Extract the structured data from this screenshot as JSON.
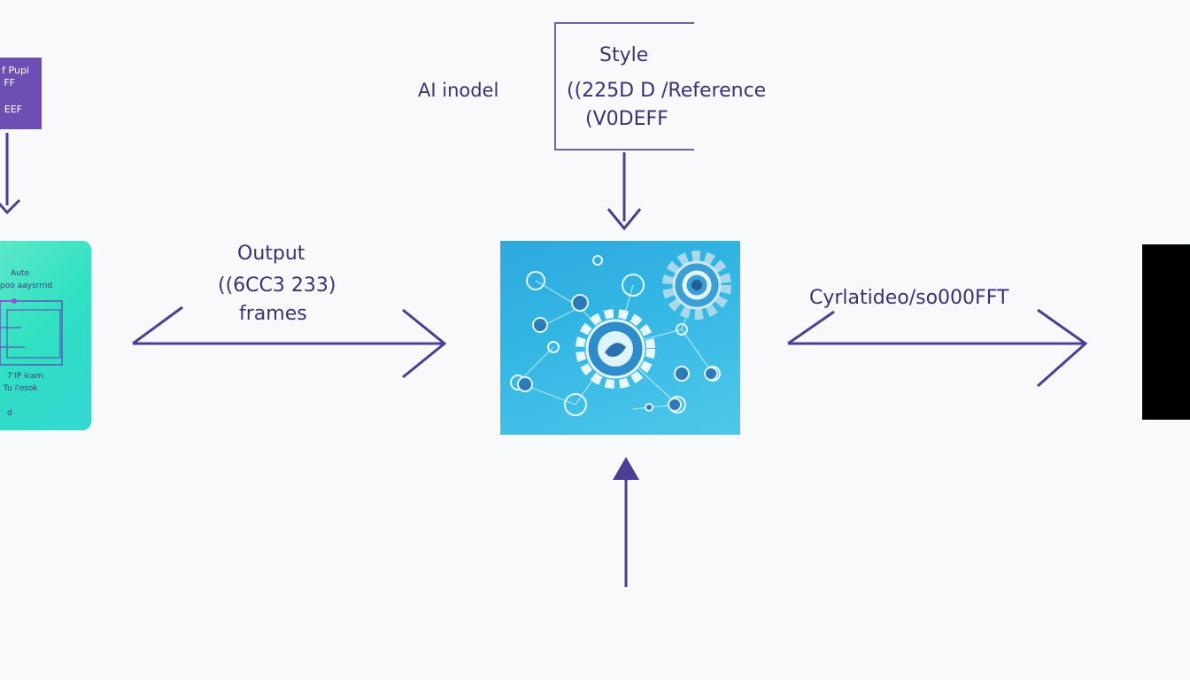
{
  "left_box": {
    "lines": [
      "f Pupi",
      "FF",
      "EEF"
    ]
  },
  "left_card": {
    "lines": [
      "Auto",
      "poo aaysrrnd",
      "",
      "",
      "",
      "7'IP icam",
      "Tu i'osok",
      "d"
    ]
  },
  "top_label": "AI inodel",
  "style_box": {
    "title": "Style",
    "line1": "((225D D /Reference",
    "line2": "(V0DEFF"
  },
  "left_arrow_label": {
    "line1": "Output",
    "line2": "((6CC3 233)",
    "line3": "frames"
  },
  "right_arrow_label": "Cyrlatideo/so000FFT",
  "colors": {
    "background": "#f7f9fa",
    "stroke": "#4b3f94",
    "purple_box": "#6d4fb4",
    "teal_card": "#2fe0c2",
    "center_image": "#33b6e4",
    "right_box": "#000000"
  },
  "icons": [
    "gear-icon",
    "network-node-icon"
  ]
}
